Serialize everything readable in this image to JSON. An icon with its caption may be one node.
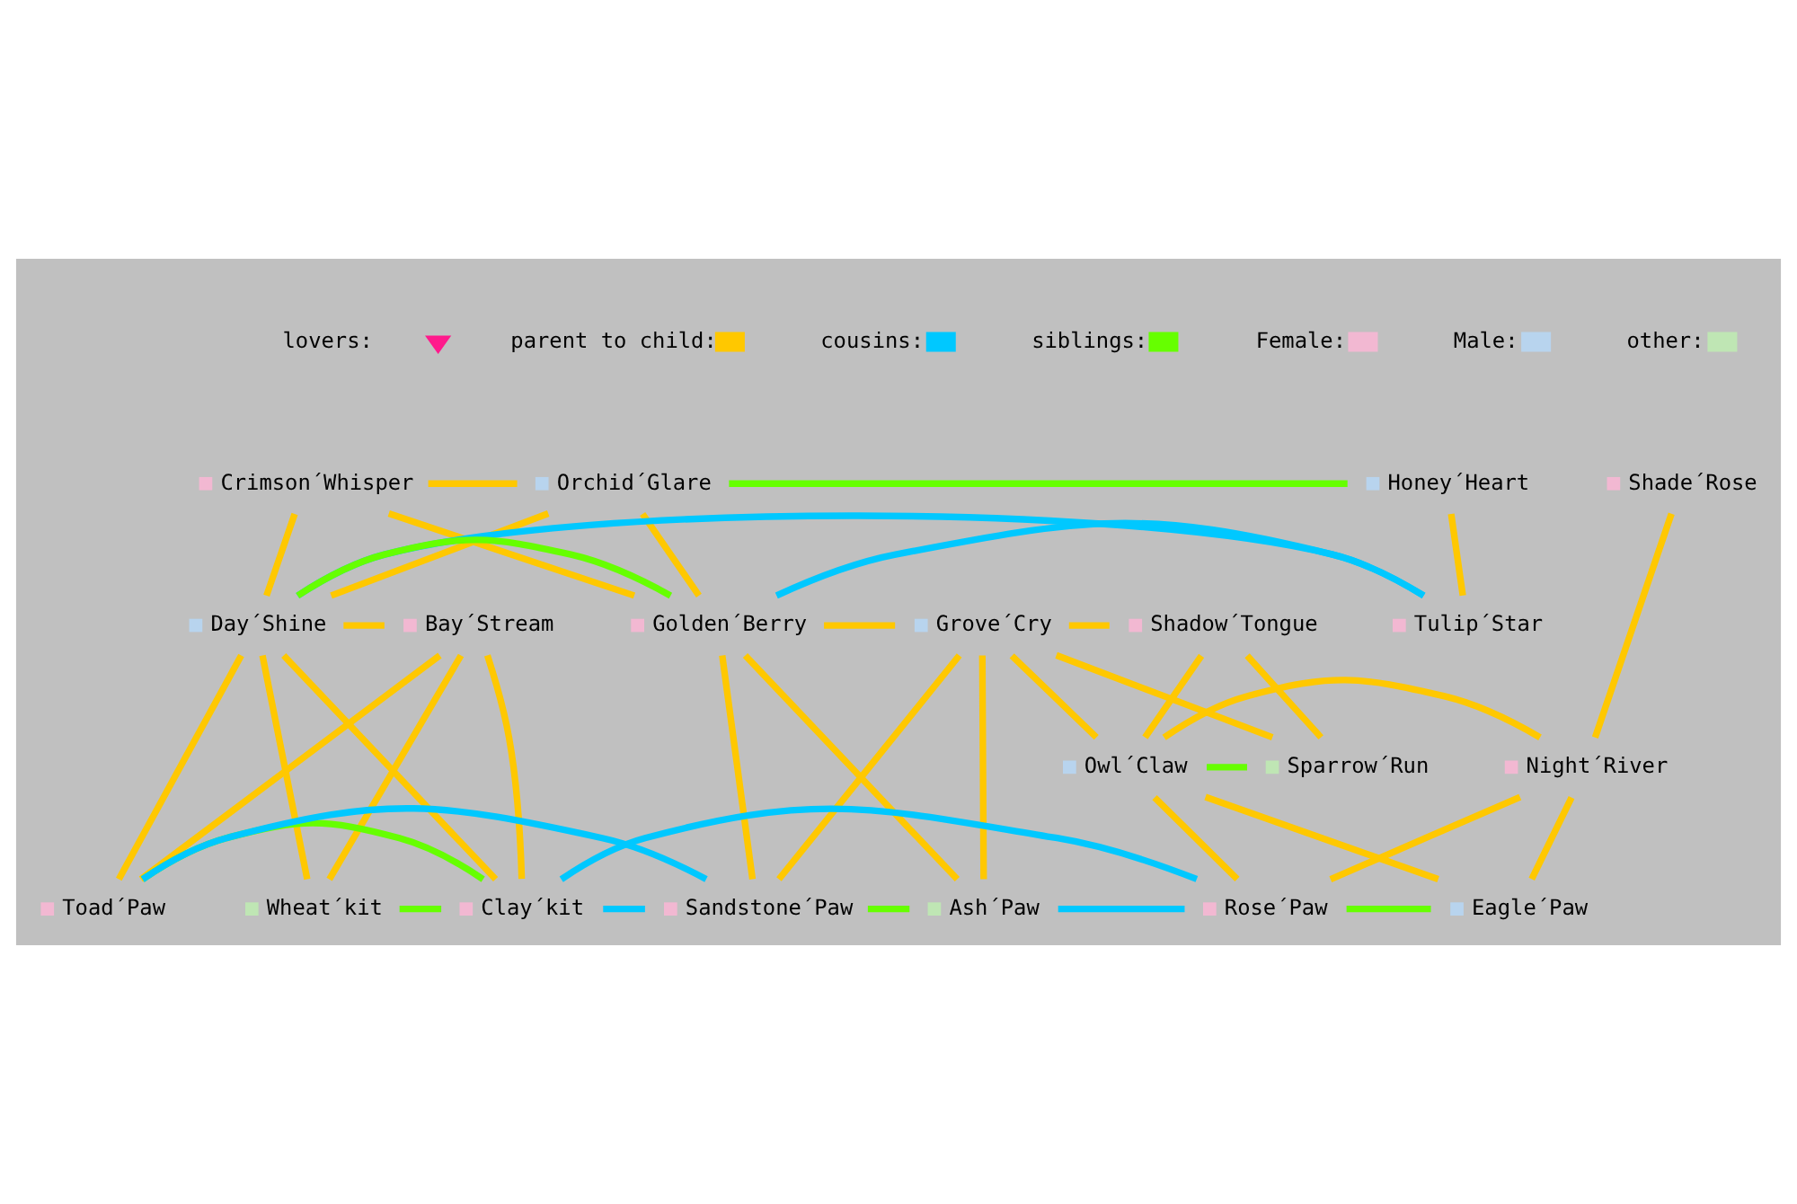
{
  "diagram": {
    "nodes": [
      {
        "text": [
          "Crimson´Whisper"
        ]
      },
      {
        "text": [
          "Orchid´Glare"
        ]
      },
      {
        "text": [
          "Honey´Heart"
        ]
      },
      {
        "text": [
          "Tulip´Star"
        ]
      },
      {
        "text": [
          "Shade´Rose"
        ]
      },
      {
        "text": [
          "Shadow´Tongue"
        ]
      },
      {
        "text": [
          "Grove´Cry"
        ]
      },
      {
        "text": [
          "Golden´Berry"
        ]
      },
      {
        "text": [
          "Day´Shine"
        ]
      },
      {
        "text": [
          "Bay´Stream"
        ]
      },
      {
        "text": [
          "Sparrow´Run"
        ]
      },
      {
        "text": [
          "Night´River"
        ]
      },
      {
        "text": [
          "Owl´Claw"
        ]
      },
      {
        "text": [
          "Toad´Paw"
        ]
      },
      {
        "text": [
          "Ash´Paw"
        ]
      },
      {
        "text": [
          "Sandstone´Paw"
        ]
      },
      {
        "text": [
          "Eagle´Paw"
        ]
      },
      {
        "text": [
          "Rose´Paw"
        ]
      },
      {
        "text": [
          "Clay´kit"
        ]
      },
      {
        "text": [
          "Wheat´kit"
        ]
      }
    ],
    "edges": [
      {
        "from": 0,
        "to": 1,
        "arrow": "none"
      },
      {
        "from": 5,
        "to": 6,
        "arrow": "none"
      },
      {
        "from": 6,
        "to": 7,
        "arrow": "none"
      },
      {
        "from": 8,
        "to": 9,
        "arrow": "none"
      },
      {
        "from": 11,
        "to": 12,
        "arrow": "none"
      },
      {
        "from": 0,
        "to": 7,
        "arrow": "none"
      },
      {
        "from": 1,
        "to": 7,
        "arrow": "none"
      },
      {
        "from": 0,
        "to": 8,
        "arrow": "none"
      },
      {
        "from": 1,
        "to": 8,
        "arrow": "none"
      },
      {
        "from": 2,
        "to": 3,
        "arrow": "none"
      },
      {
        "from": 4,
        "to": 11,
        "arrow": "none"
      },
      {
        "from": 5,
        "to": 12,
        "arrow": "none"
      },
      {
        "from": 6,
        "to": 12,
        "arrow": "none"
      },
      {
        "from": 5,
        "to": 10,
        "arrow": "none"
      },
      {
        "from": 6,
        "to": 10,
        "arrow": "none"
      },
      {
        "from": 6,
        "to": 14,
        "arrow": "none"
      },
      {
        "from": 7,
        "to": 14,
        "arrow": "none"
      },
      {
        "from": 6,
        "to": 15,
        "arrow": "none"
      },
      {
        "from": 7,
        "to": 15,
        "arrow": "none"
      },
      {
        "from": 8,
        "to": 13,
        "arrow": "none"
      },
      {
        "from": 9,
        "to": 13,
        "arrow": "none"
      },
      {
        "from": 8,
        "to": 18,
        "arrow": "none"
      },
      {
        "from": 9,
        "to": 18,
        "arrow": "none"
      },
      {
        "from": 8,
        "to": 19,
        "arrow": "none"
      },
      {
        "from": 9,
        "to": 19,
        "arrow": "none"
      },
      {
        "from": 11,
        "to": 16,
        "arrow": "none"
      },
      {
        "from": 12,
        "to": 16,
        "arrow": "none"
      },
      {
        "from": 11,
        "to": 17,
        "arrow": "none"
      },
      {
        "from": 12,
        "to": 17,
        "arrow": "none"
      },
      {
        "from": 12,
        "to": 10,
        "arrow": "none",
        "color": "#66ff00"
      },
      {
        "from": 14,
        "to": 15,
        "arrow": "none",
        "color": "#66ff00"
      },
      {
        "from": 7,
        "to": 8,
        "arrow": "none",
        "color": "#66ff00"
      },
      {
        "from": 1,
        "to": 2,
        "arrow": "none",
        "color": "#66ff00"
      },
      {
        "from": 16,
        "to": 17,
        "arrow": "none",
        "color": "#66ff00"
      },
      {
        "from": 13,
        "to": 18,
        "arrow": "none",
        "color": "#66ff00"
      },
      {
        "from": 18,
        "to": 19,
        "arrow": "none",
        "color": "#66ff00"
      },
      {
        "from": 3,
        "to": 7,
        "arrow": "none",
        "color": "#00c8ff"
      },
      {
        "from": 3,
        "to": 8,
        "arrow": "none",
        "color": "#00c8ff"
      },
      {
        "from": 17,
        "to": 14,
        "arrow": "none",
        "color": "#00c8ff"
      },
      {
        "from": 17,
        "to": 18,
        "arrow": "none",
        "color": "#00c8ff"
      },
      {
        "from": 15,
        "to": 13,
        "arrow": "none",
        "color": "#00c8ff"
      },
      {
        "from": 15,
        "to": 18,
        "arrow": "none",
        "color": "#00c8ff"
      }
    ],
    "legend": [
      {
        "text": "lovers:"
      },
      {
        "text": "parent to child:",
        "color": "#ffc800"
      },
      {
        "text": "cousins:",
        "color": "#00c8ff"
      },
      {
        "text": "siblings:",
        "color": "#66ff00"
      },
      {
        "text": "Female:",
        "color": "#f2b8d2"
      },
      {
        "text": "Male:",
        "color": "#b8d4ee"
      },
      {
        "text": "other:",
        "color": "#bfe6b4"
      }
    ]
  }
}
